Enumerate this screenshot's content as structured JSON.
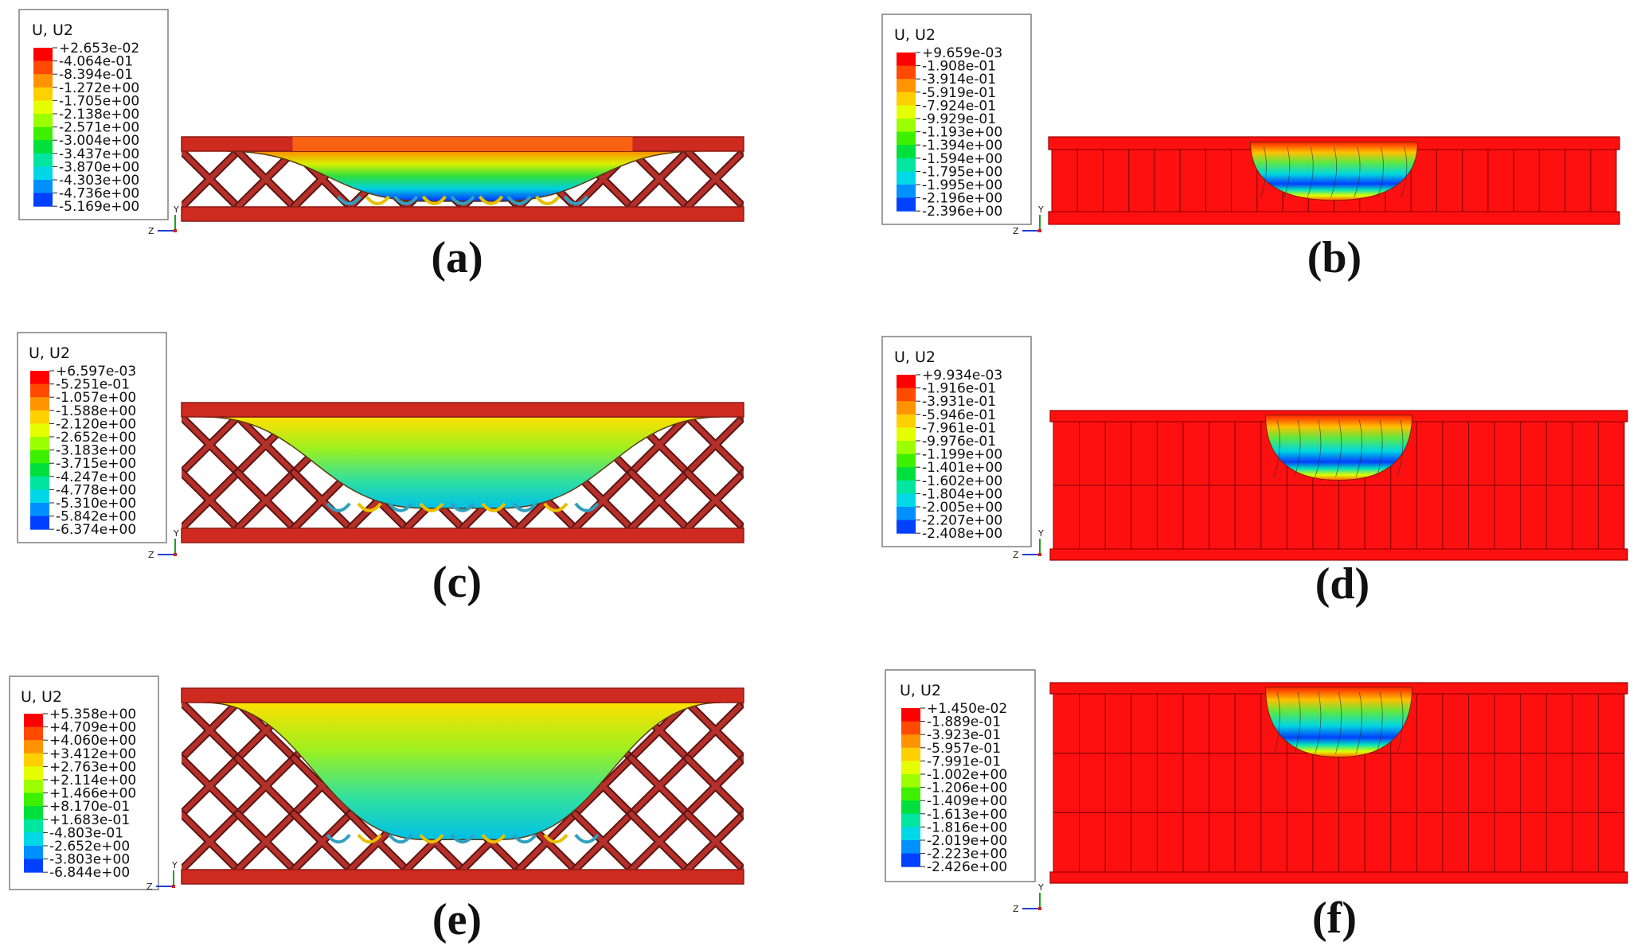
{
  "figure": {
    "panels": [
      {
        "id": "a",
        "caption": "(a)",
        "structure": "lattice",
        "legend": {
          "title": "U, U2",
          "values": [
            "+2.653e-02",
            "-4.064e-01",
            "-8.394e-01",
            "-1.272e+00",
            "-1.705e+00",
            "-2.138e+00",
            "-2.571e+00",
            "-3.004e+00",
            "-3.437e+00",
            "-3.870e+00",
            "-4.303e+00",
            "-4.736e+00",
            "-5.169e+00"
          ]
        },
        "triad": {
          "y_label": "Y",
          "z_label": "Z"
        }
      },
      {
        "id": "b",
        "caption": "(b)",
        "structure": "columns",
        "legend": {
          "title": "U, U2",
          "values": [
            "+9.659e-03",
            "-1.908e-01",
            "-3.914e-01",
            "-5.919e-01",
            "-7.924e-01",
            "-9.929e-01",
            "-1.193e+00",
            "-1.394e+00",
            "-1.594e+00",
            "-1.795e+00",
            "-1.995e+00",
            "-2.196e+00",
            "-2.396e+00"
          ]
        },
        "triad": {
          "y_label": "Y",
          "z_label": "Z"
        }
      },
      {
        "id": "c",
        "caption": "(c)",
        "structure": "lattice",
        "legend": {
          "title": "U, U2",
          "values": [
            "+6.597e-03",
            "-5.251e-01",
            "-1.057e+00",
            "-1.588e+00",
            "-2.120e+00",
            "-2.652e+00",
            "-3.183e+00",
            "-3.715e+00",
            "-4.247e+00",
            "-4.778e+00",
            "-5.310e+00",
            "-5.842e+00",
            "-6.374e+00"
          ]
        },
        "triad": {
          "y_label": "Y",
          "z_label": "Z"
        }
      },
      {
        "id": "d",
        "caption": "(d)",
        "structure": "columns",
        "legend": {
          "title": "U, U2",
          "values": [
            "+9.934e-03",
            "-1.916e-01",
            "-3.931e-01",
            "-5.946e-01",
            "-7.961e-01",
            "-9.976e-01",
            "-1.199e+00",
            "-1.401e+00",
            "-1.602e+00",
            "-1.804e+00",
            "-2.005e+00",
            "-2.207e+00",
            "-2.408e+00"
          ]
        },
        "triad": {
          "y_label": "Y",
          "z_label": "Z"
        }
      },
      {
        "id": "e",
        "caption": "(e)",
        "structure": "lattice",
        "legend": {
          "title": "U, U2",
          "values": [
            "+5.358e+00",
            "+4.709e+00",
            "+4.060e+00",
            "+3.412e+00",
            "+2.763e+00",
            "+2.114e+00",
            "+1.466e+00",
            "+8.170e-01",
            "+1.683e-01",
            "-4.803e-01",
            "-2.652e+00",
            "-3.803e+00",
            "-6.844e+00"
          ]
        },
        "triad": {
          "y_label": "Y",
          "z_label": "Z"
        }
      },
      {
        "id": "f",
        "caption": "(f)",
        "structure": "columns",
        "legend": {
          "title": "U, U2",
          "values": [
            "+1.450e-02",
            "-1.889e-01",
            "-3.923e-01",
            "-5.957e-01",
            "-7.991e-01",
            "-1.002e+00",
            "-1.206e+00",
            "-1.409e+00",
            "-1.613e+00",
            "-1.816e+00",
            "-2.019e+00",
            "-2.223e+00",
            "-2.426e+00"
          ]
        },
        "triad": {
          "y_label": "Y",
          "z_label": "Z"
        }
      }
    ],
    "colors": {
      "contour_scale": [
        "#ff0000",
        "#ff4a00",
        "#ff9400",
        "#ffd000",
        "#e6ff00",
        "#9cff00",
        "#3cf000",
        "#00e03c",
        "#00e6a0",
        "#00d8e8",
        "#0090ff",
        "#0040ff",
        "#0000e6"
      ],
      "lattice_red": "#b5302a",
      "lattice_dark": "#5a1412",
      "plate_red": "#cf2a20",
      "column_red": "#ff1010",
      "frame": "#7f7f7f"
    }
  }
}
